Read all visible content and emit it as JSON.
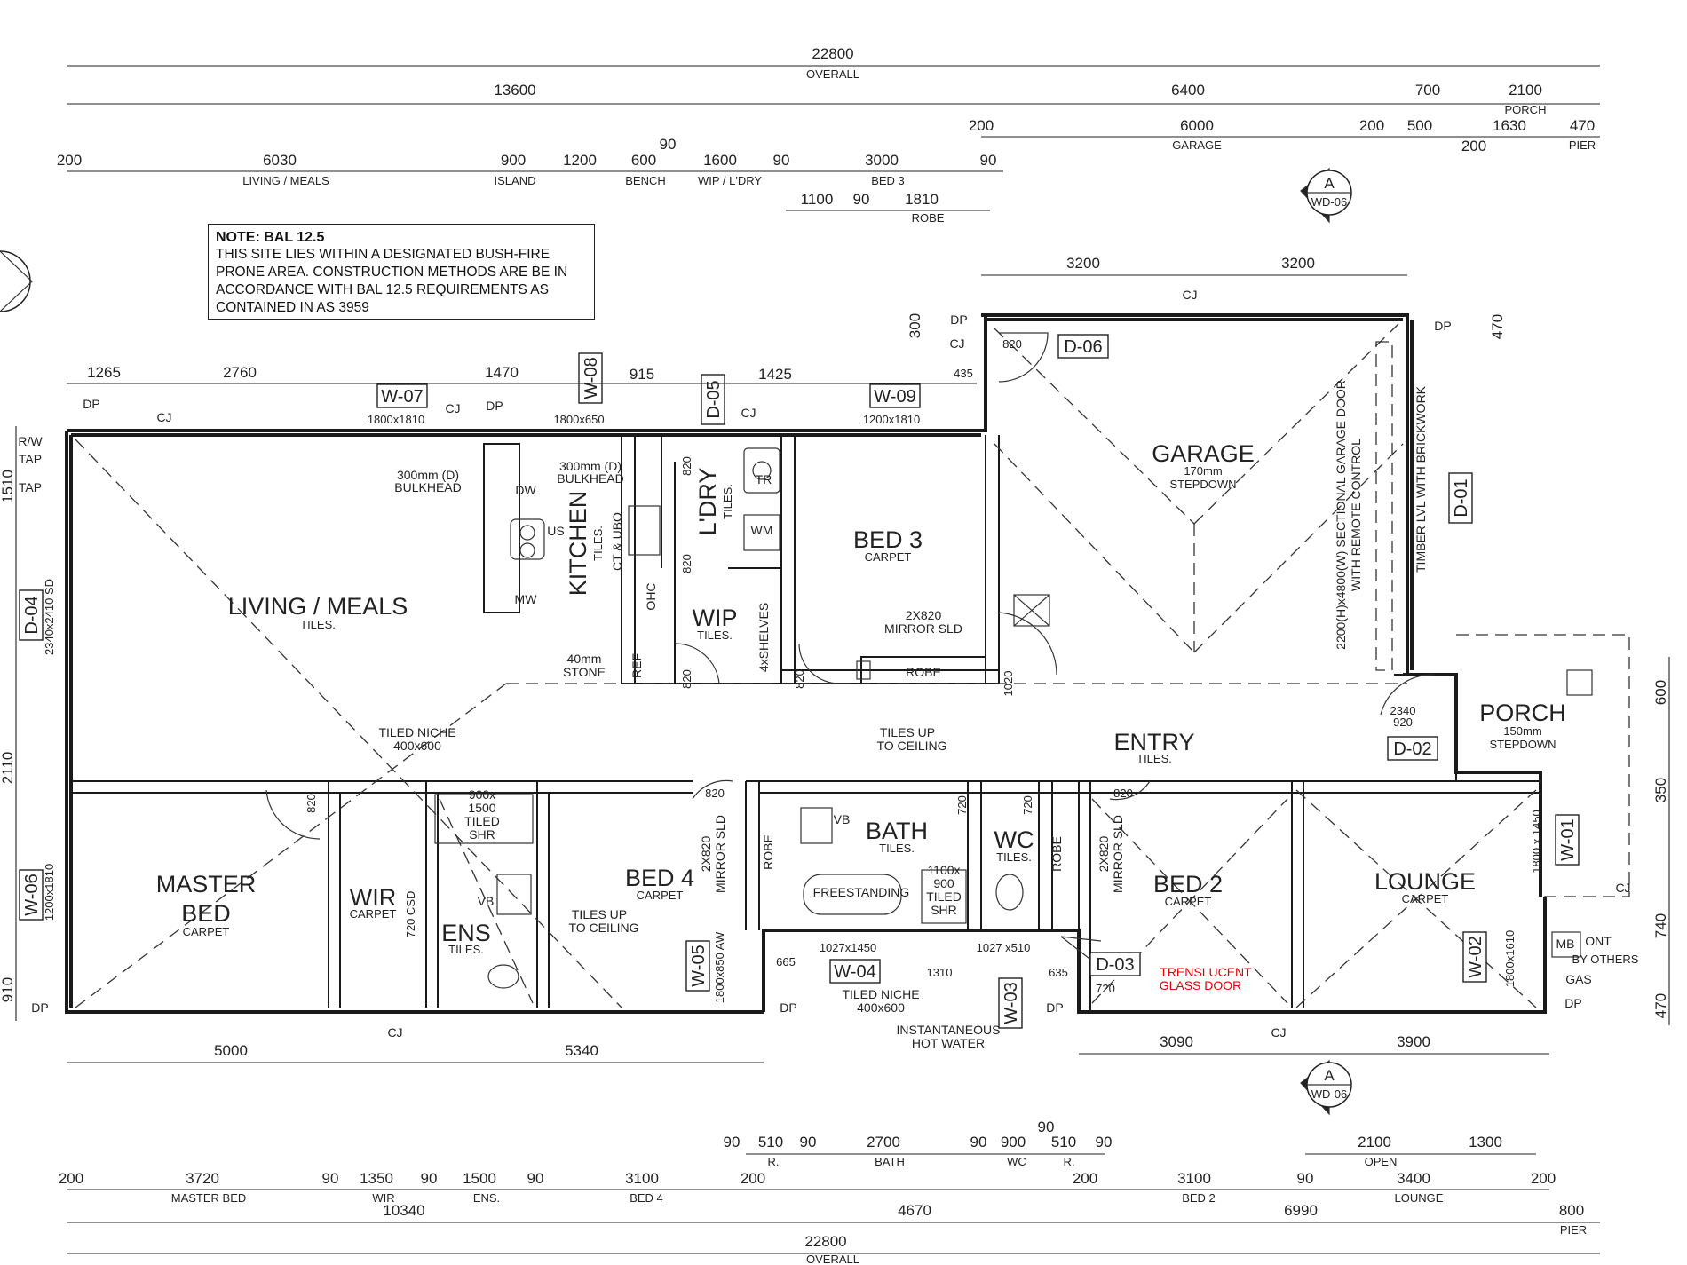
{
  "note": {
    "title": "NOTE: BAL 12.5",
    "lines": [
      "THIS SITE LIES WITHIN A DESIGNATED BUSH-FIRE",
      "PRONE AREA. CONSTRUCTION METHODS ARE BE IN",
      "ACCORDANCE WITH BAL 12.5 REQUIREMENTS AS",
      "CONTAINED IN AS 3959"
    ]
  },
  "rooms": {
    "living": {
      "name": "LIVING / MEALS",
      "finish": "TILES."
    },
    "kitchen": {
      "name": "KITCHEN",
      "finish": "TILES."
    },
    "ldry": {
      "name": "L'DRY",
      "finish": "TILES."
    },
    "wip": {
      "name": "WIP",
      "finish": "TILES."
    },
    "bed3": {
      "name": "BED 3",
      "finish": "CARPET"
    },
    "garage": {
      "name": "GARAGE",
      "finish": "170mm",
      "note": "STEPDOWN"
    },
    "porch": {
      "name": "PORCH",
      "finish": "150mm",
      "note": "STEPDOWN"
    },
    "entry": {
      "name": "ENTRY",
      "finish": "TILES."
    },
    "master": {
      "name": "MASTER",
      "name2": "BED",
      "finish": "CARPET"
    },
    "wir": {
      "name": "WIR",
      "finish": "CARPET"
    },
    "ens": {
      "name": "ENS",
      "finish": "TILES."
    },
    "bed4": {
      "name": "BED 4",
      "finish": "CARPET"
    },
    "bath": {
      "name": "BATH",
      "finish": "TILES."
    },
    "wc": {
      "name": "WC",
      "finish": "TILES."
    },
    "bed2": {
      "name": "BED 2",
      "finish": "CARPET"
    },
    "lounge": {
      "name": "LOUNGE",
      "finish": "CARPET"
    }
  },
  "tags": {
    "w07": "W-07",
    "w08": "W-08",
    "w09": "W-09",
    "d05": "D-05",
    "d06": "D-06",
    "d01": "D-01",
    "d04": "D-04",
    "w06": "W-06",
    "w05": "W-05",
    "w04": "W-04",
    "w03": "W-03",
    "d03": "D-03",
    "w02": "W-02",
    "w01": "W-01",
    "d02": "D-02"
  },
  "labels": {
    "bulkhead1a": "300mm (D)",
    "bulkhead1b": "BULKHEAD",
    "bulkhead2a": "300mm (D)",
    "bulkhead2b": "BULKHEAD",
    "dw": "DW",
    "us": "US",
    "mw": "MW",
    "ctubo": "CT & UBO",
    "ohc": "OHC",
    "ref": "REF",
    "stone1": "40mm",
    "stone2": "STONE",
    "tr": "TR",
    "wm": "WM",
    "shelves": "4xSHELVES",
    "mirror3a": "2X820",
    "mirror3b": "MIRROR SLD",
    "robe3": "ROBE",
    "garagedoor1": "2200(H)x4800(W) SECTIONAL GARAGE DOOR",
    "garagedoor2": "WITH REMOTE CONTROL",
    "timber": "TIMBER LVL WITH BRICKWORK",
    "niche1a": "TILED NICHE",
    "niche1b": "400x600",
    "shr1": "900x",
    "shr2": "1500",
    "shr3": "TILED",
    "shr4": "SHR",
    "vb": "VB",
    "tilesup1a": "TILES UP",
    "tilesup1b": "TO CEILING",
    "tilesup2a": "TILES UP",
    "tilesup2b": "TO CEILING",
    "freestanding": "FREESTANDING",
    "shr5": "1100x",
    "shr6": "900",
    "shr7": "TILED",
    "shr8": "SHR",
    "robe4": "ROBE",
    "mirror4a": "2X820",
    "mirror4b": "MIRROR SLD",
    "robe2": "ROBE",
    "mirror2a": "2X820",
    "mirror2b": "MIRROR SLD",
    "niche2a": "TILED NICHE",
    "niche2b": "400x600",
    "hotwater1": "INSTANTANEOUS",
    "hotwater2": "HOT WATER",
    "translucent1": "TRENSLUCENT",
    "translucent2": "GLASS DOOR",
    "ont": "ONT",
    "byothers": "BY OTHERS",
    "mb": "MB",
    "gas": "GAS",
    "dp": "DP",
    "cj": "CJ",
    "rw": "R/W",
    "tap1": "TAP",
    "tap2": "TAP",
    "win07": "1800x1810",
    "win08": "1800x650",
    "win09": "1200x1810",
    "d04size": "2340x2410 SD",
    "w06size": "1200x1810",
    "w05size": "1800x850 AW",
    "w04size": "1027x1450",
    "w03size": "1027 x510",
    "w02size": "1800x1610",
    "w01size": "1800 x 1450",
    "d02a": "2340",
    "d02b": "920",
    "sect": "A",
    "sectref": "WD-06"
  },
  "dims": {
    "overall": "22800",
    "overall_lbl": "OVERALL",
    "t13600": "13600",
    "t6400": "6400",
    "t700": "700",
    "t2100": "2100",
    "porch_lbl": "PORCH",
    "t200a": "200",
    "t6000": "6000",
    "garage_lbl": "GARAGE",
    "t200b": "200",
    "t500": "500",
    "t200c": "200",
    "t1630": "1630",
    "t470": "470",
    "pier_lbl": "PIER",
    "r200": "200",
    "r6030": "6030",
    "living_lbl": "LIVING / MEALS",
    "r900": "900",
    "island_lbl": "ISLAND",
    "r1200": "1200",
    "r600": "600",
    "bench_lbl": "BENCH",
    "r90a": "90",
    "r1600": "1600",
    "wip_lbl": "WIP / L'DRY",
    "r90b": "90",
    "r3000": "3000",
    "bed3_lbl": "BED 3",
    "r90c": "90",
    "b1100": "1100",
    "b90": "90",
    "b1810": "1810",
    "robe_lbl": "ROBE",
    "g3200a": "3200",
    "g3200b": "3200",
    "w1265": "1265",
    "w2760": "2760",
    "w1470": "1470",
    "w915": "915",
    "w1425": "1425",
    "w435": "435",
    "v300": "300",
    "v470": "470",
    "v1510": "1510",
    "v2110": "2110",
    "v910": "910",
    "v600": "600",
    "v350": "350",
    "v740": "740",
    "v470b": "470",
    "s5000": "5000",
    "s5340": "5340",
    "s3090": "3090",
    "s3900": "3900",
    "u90a": "90",
    "u510a": "510",
    "u90b": "90",
    "u2700": "2700",
    "bath_lbl": "BATH",
    "u90c": "90",
    "u900": "900",
    "wc_lbl": "WC",
    "u90d": "90",
    "u510b": "510",
    "u90e": "90",
    "r_lbl": "R.",
    "u2100": "2100",
    "open_lbl": "OPEN",
    "u1300": "1300",
    "m200a": "200",
    "m3720": "3720",
    "master_lbl": "MASTER BED",
    "m90a": "90",
    "m1350": "1350",
    "wir_lbl": "WIR",
    "m90b": "90",
    "m1500": "1500",
    "ens_lbl": "ENS.",
    "m90c": "90",
    "m3100a": "3100",
    "bed4_lbl": "BED 4",
    "m200b": "200",
    "m200c": "200",
    "m3100b": "3100",
    "bed2_lbl": "BED 2",
    "m90d": "90",
    "m3400": "3400",
    "lounge_lbl": "LOUNGE",
    "m200d": "200",
    "o10340": "10340",
    "o4670": "4670",
    "o6990": "6990",
    "o800": "800",
    "pier2_lbl": "PIER",
    "bot_overall": "22800",
    "bot_overall_lbl": "OVERALL",
    "d820a": "820",
    "d820b": "820",
    "d820c": "820",
    "d820d": "820",
    "d820e": "820",
    "d820f": "820",
    "d720a": "720",
    "d720b": "720",
    "d720c": "720",
    "d720d": "720",
    "d1020": "1020",
    "d820g": "820",
    "d820h": "820",
    "d665": "665",
    "d1310": "1310",
    "d635": "635",
    "csd": "720 CSD"
  }
}
